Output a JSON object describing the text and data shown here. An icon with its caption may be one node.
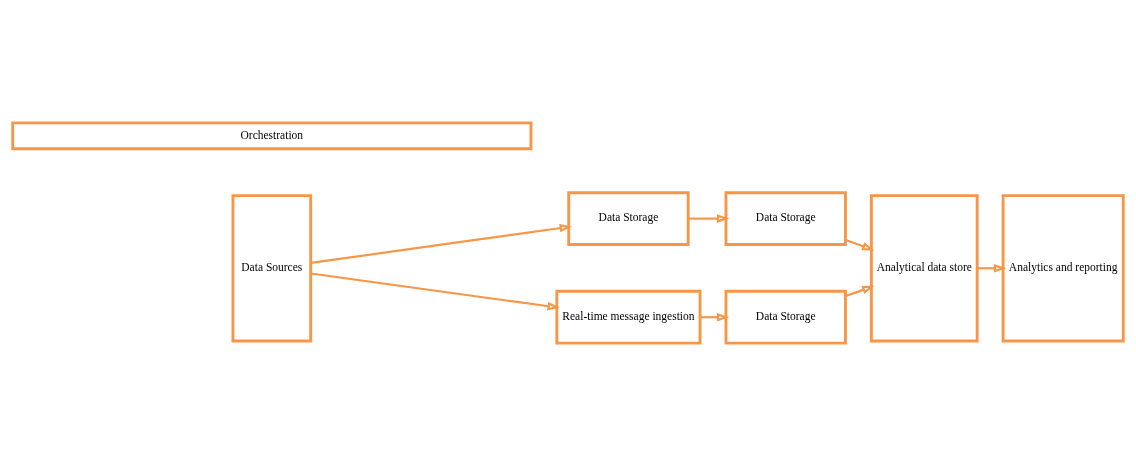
{
  "diagram": {
    "nodes": [
      {
        "text": [
          "Data Sources"
        ]
      },
      {
        "text": [
          "Data Storage"
        ]
      },
      {
        "text": [
          "Data Storage"
        ]
      },
      {
        "text": [
          "Real-time message ingestion"
        ]
      },
      {
        "text": [
          "Data Storage"
        ]
      },
      {
        "text": [
          "Analytical data store"
        ]
      },
      {
        "text": [
          "Analytics and reporting"
        ]
      },
      {
        "text": [
          "Orchestration"
        ]
      }
    ],
    "edges": [
      {
        "from": 0,
        "to": 1,
        "arrow": "to"
      },
      {
        "from": 0,
        "to": 3,
        "arrow": "to"
      },
      {
        "from": 1,
        "to": 2,
        "arrow": "to"
      },
      {
        "from": 3,
        "to": 4,
        "arrow": "to"
      },
      {
        "from": 2,
        "to": 5,
        "arrow": "to"
      },
      {
        "from": 4,
        "to": 5,
        "arrow": "to"
      },
      {
        "from": 5,
        "to": 6,
        "arrow": "to"
      }
    ]
  }
}
